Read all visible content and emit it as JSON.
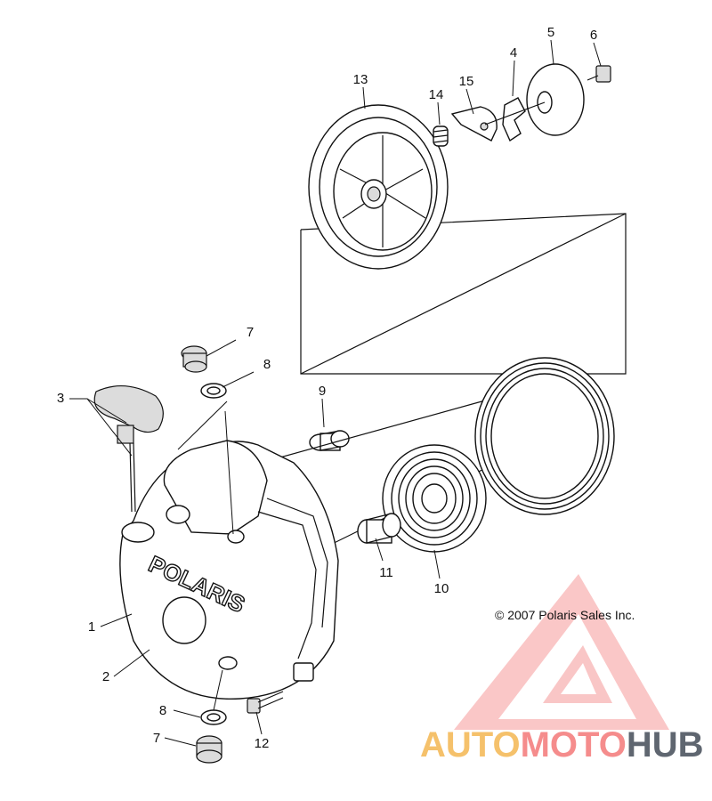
{
  "diagram": {
    "callouts": [
      {
        "id": "c1",
        "text": "1"
      },
      {
        "id": "c2",
        "text": "2"
      },
      {
        "id": "c3",
        "text": "3"
      },
      {
        "id": "c4",
        "text": "4"
      },
      {
        "id": "c5",
        "text": "5"
      },
      {
        "id": "c6",
        "text": "6"
      },
      {
        "id": "c7a",
        "text": "7"
      },
      {
        "id": "c7b",
        "text": "7"
      },
      {
        "id": "c8a",
        "text": "8"
      },
      {
        "id": "c8b",
        "text": "8"
      },
      {
        "id": "c9",
        "text": "9"
      },
      {
        "id": "c10",
        "text": "10"
      },
      {
        "id": "c11",
        "text": "11"
      },
      {
        "id": "c12",
        "text": "12"
      },
      {
        "id": "c13",
        "text": "13"
      },
      {
        "id": "c14",
        "text": "14"
      },
      {
        "id": "c15",
        "text": "15"
      }
    ],
    "copyright": "© 2007 Polaris Sales Inc.",
    "casting_text": "POLARIS"
  },
  "watermark": {
    "part1": "AUTO",
    "part2": "MOTO",
    "part3": "HUB",
    "colors": {
      "auto": "#f5c16b",
      "moto": "#f58c8c",
      "hub": "#5f6670",
      "triangle": "#f58c8c"
    }
  }
}
